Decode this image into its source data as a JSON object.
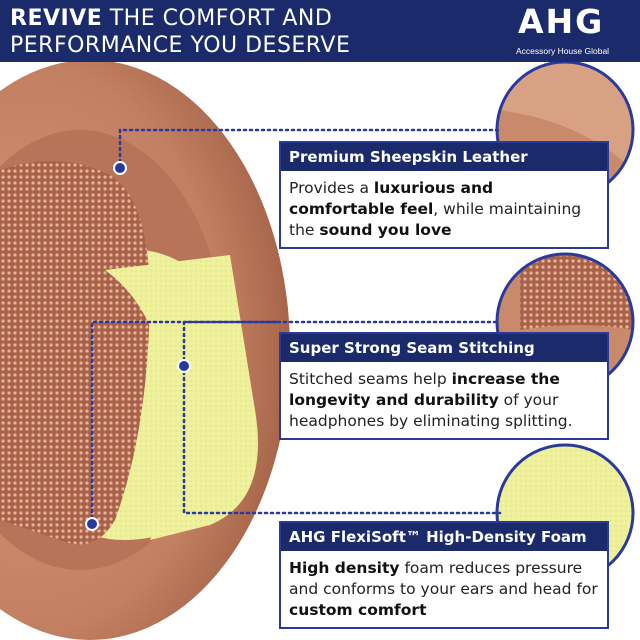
{
  "banner": {
    "bold": "REVIVE",
    "line1_rest": " THE COMFORT AND",
    "line2": "PERFORMANCE YOU DESERVE"
  },
  "logo": {
    "brand": "AHG",
    "tagline": "Accessory House Global"
  },
  "features": [
    {
      "title": "Premium Sheepskin Leather",
      "parts": [
        {
          "t": "Provides a ",
          "b": false
        },
        {
          "t": "luxurious and comfortable feel",
          "b": true
        },
        {
          "t": ", while maintaining the ",
          "b": false
        },
        {
          "t": "sound you love",
          "b": true
        }
      ]
    },
    {
      "title": "Super Strong Seam Stitching",
      "parts": [
        {
          "t": "Stitched seams help ",
          "b": false
        },
        {
          "t": "increase the longevity and durability",
          "b": true
        },
        {
          "t": " of your headphones by eliminating splitting.",
          "b": false
        }
      ]
    },
    {
      "title": "AHG FlexiSoft™ High-Density Foam",
      "parts": [
        {
          "t": "High density",
          "b": true
        },
        {
          "t": " foam reduces pressure and conforms to your ears and head for ",
          "b": false
        },
        {
          "t": "custom comfort",
          "b": true
        }
      ]
    }
  ],
  "colors": {
    "navy": "#1a2a6b",
    "leather": "#c8876a",
    "foam": "#eef09a"
  }
}
